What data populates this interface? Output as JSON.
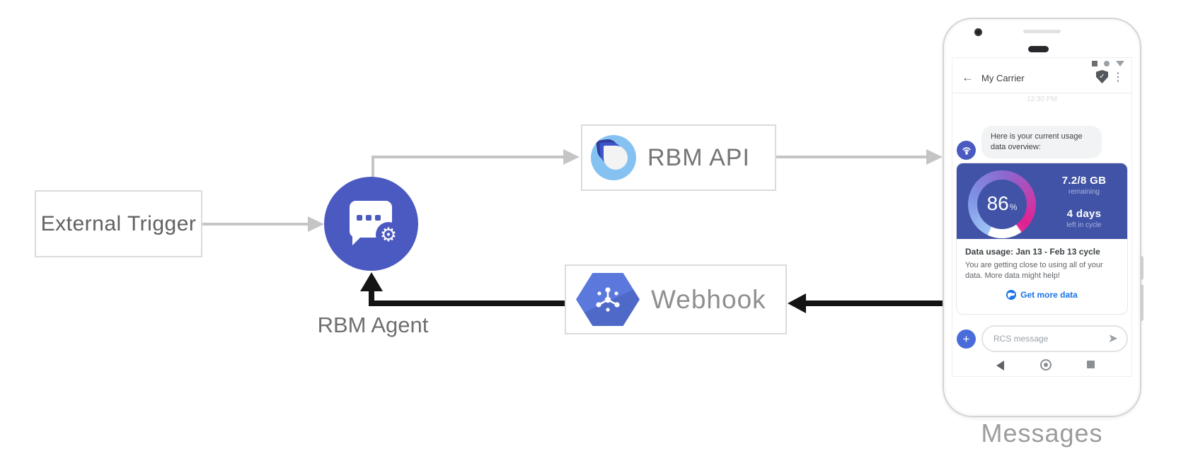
{
  "diagram": {
    "nodes": {
      "external_trigger": "External Trigger",
      "rbm_agent": "RBM Agent",
      "rbm_api": "RBM API",
      "webhook": "Webhook"
    },
    "phone_caption": "Messages",
    "flow": [
      "External Trigger -> RBM Agent",
      "RBM Agent -> RBM API",
      "RBM API -> Phone (Messages)",
      "Phone (Messages) -> Webhook",
      "Webhook -> RBM Agent"
    ]
  },
  "phone": {
    "status_icons": [
      "square",
      "dot",
      "triangle"
    ],
    "header": {
      "back_glyph": "←",
      "title": "My Carrier",
      "verified_check": "✓",
      "menu_glyph": "⋮"
    },
    "timestamp": "12:30 PM",
    "chat": {
      "agent_message": "Here is your current usage data overview:"
    },
    "usage_card": {
      "gauge_percent": "86",
      "gauge_unit": "%",
      "remaining_value": "7.2/8 GB",
      "remaining_label": "remaining",
      "cycle_value": "4 days",
      "cycle_label": "left in cycle",
      "heading": "Data usage: Jan 13 - Feb 13 cycle",
      "body": "You are getting close to using all of your data. More data might help!",
      "action_label": "Get more data"
    },
    "compose": {
      "plus_glyph": "+",
      "placeholder": "RCS message",
      "send_glyph": "➤"
    },
    "nav_icons": [
      "back",
      "home",
      "recents"
    ]
  },
  "icons": {
    "gear_glyph": "⚙"
  },
  "colors": {
    "agent_circle": "#4B5AC1",
    "card_bg": "#4153A6",
    "gauge_pink": "#E0218F",
    "gauge_blue": "#8FBCF2",
    "action_blue": "#1A73E8",
    "api_icon_blue": "#85C2F2",
    "webhook_hex": "#5573D4",
    "plus_blue": "#4A6CDB",
    "line_gray": "#C5C5C5",
    "line_black": "#141414"
  }
}
